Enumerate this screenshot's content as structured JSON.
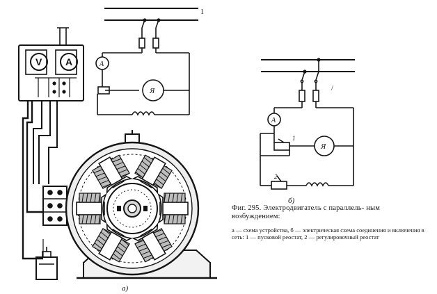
{
  "labels": {
    "fig_a": "а)",
    "fig_b": "б)",
    "line_1": "1",
    "meter_v": "V",
    "meter_a": "A",
    "ammeter_left": "A",
    "motor_left": "Я",
    "ammeter_right": "A",
    "motor_right": "Я",
    "rheostat_1": "1",
    "rheostat_2": "2"
  },
  "caption": {
    "title": "Фиг. 295. Электродвигатель с параллель- ным возбуждением:",
    "legend": "а — схема устройства, б — электрическая схема соединения и включения в сеть: 1 — пусковой реостат, 2 — регулировочный реостат"
  },
  "colors": {
    "ink": "#141414",
    "paper": "#ffffff"
  }
}
